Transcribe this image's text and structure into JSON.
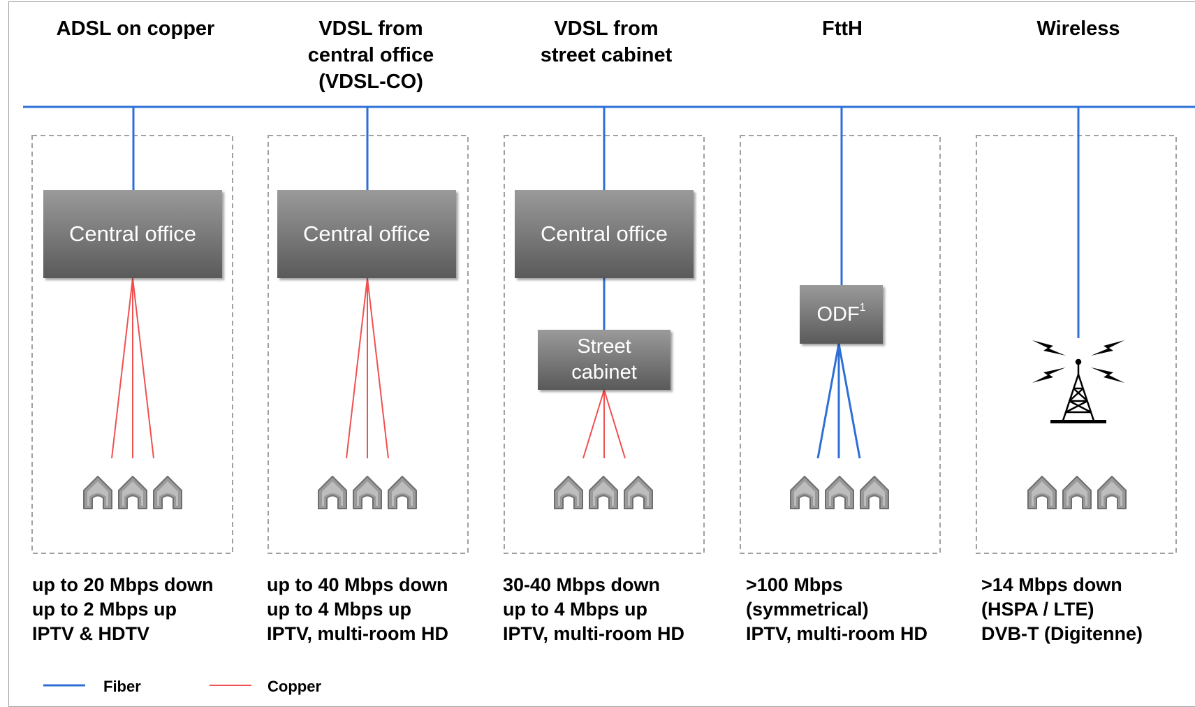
{
  "columns": [
    {
      "heading": [
        "ADSL on copper"
      ],
      "boxes": [
        "Central office"
      ],
      "caption": [
        "up to 20 Mbps down",
        "up to 2 Mbps up",
        "IPTV & HDTV"
      ]
    },
    {
      "heading": [
        "VDSL from",
        "central office",
        "(VDSL-CO)"
      ],
      "boxes": [
        "Central office"
      ],
      "caption": [
        "up to 40 Mbps down",
        "up to 4 Mbps up",
        "IPTV, multi-room HD"
      ]
    },
    {
      "heading": [
        "VDSL from",
        "street cabinet"
      ],
      "boxes": [
        "Central office",
        "Street",
        "cabinet"
      ],
      "caption": [
        "30-40 Mbps down",
        "up to 4 Mbps up",
        "IPTV, multi-room HD"
      ]
    },
    {
      "heading": [
        "FttH"
      ],
      "odf": {
        "text": "ODF",
        "sup": "1"
      },
      "caption": [
        ">100 Mbps",
        "(symmetrical)",
        "IPTV, multi-room HD"
      ]
    },
    {
      "heading": [
        "Wireless"
      ],
      "caption": [
        ">14 Mbps down",
        "(HSPA / LTE)",
        "DVB-T (Digitenne)"
      ]
    }
  ],
  "legend": {
    "fiber": "Fiber",
    "copper": "Copper"
  },
  "colors": {
    "fiber": "#2e6fd6",
    "copper": "#f05050",
    "house": "#9a9a9a",
    "box_top": "#9a9a9a",
    "box_bottom": "#5a5a5a"
  },
  "icons": [
    "house-icon",
    "radio-tower-icon",
    "lightning-bolt-icon"
  ]
}
